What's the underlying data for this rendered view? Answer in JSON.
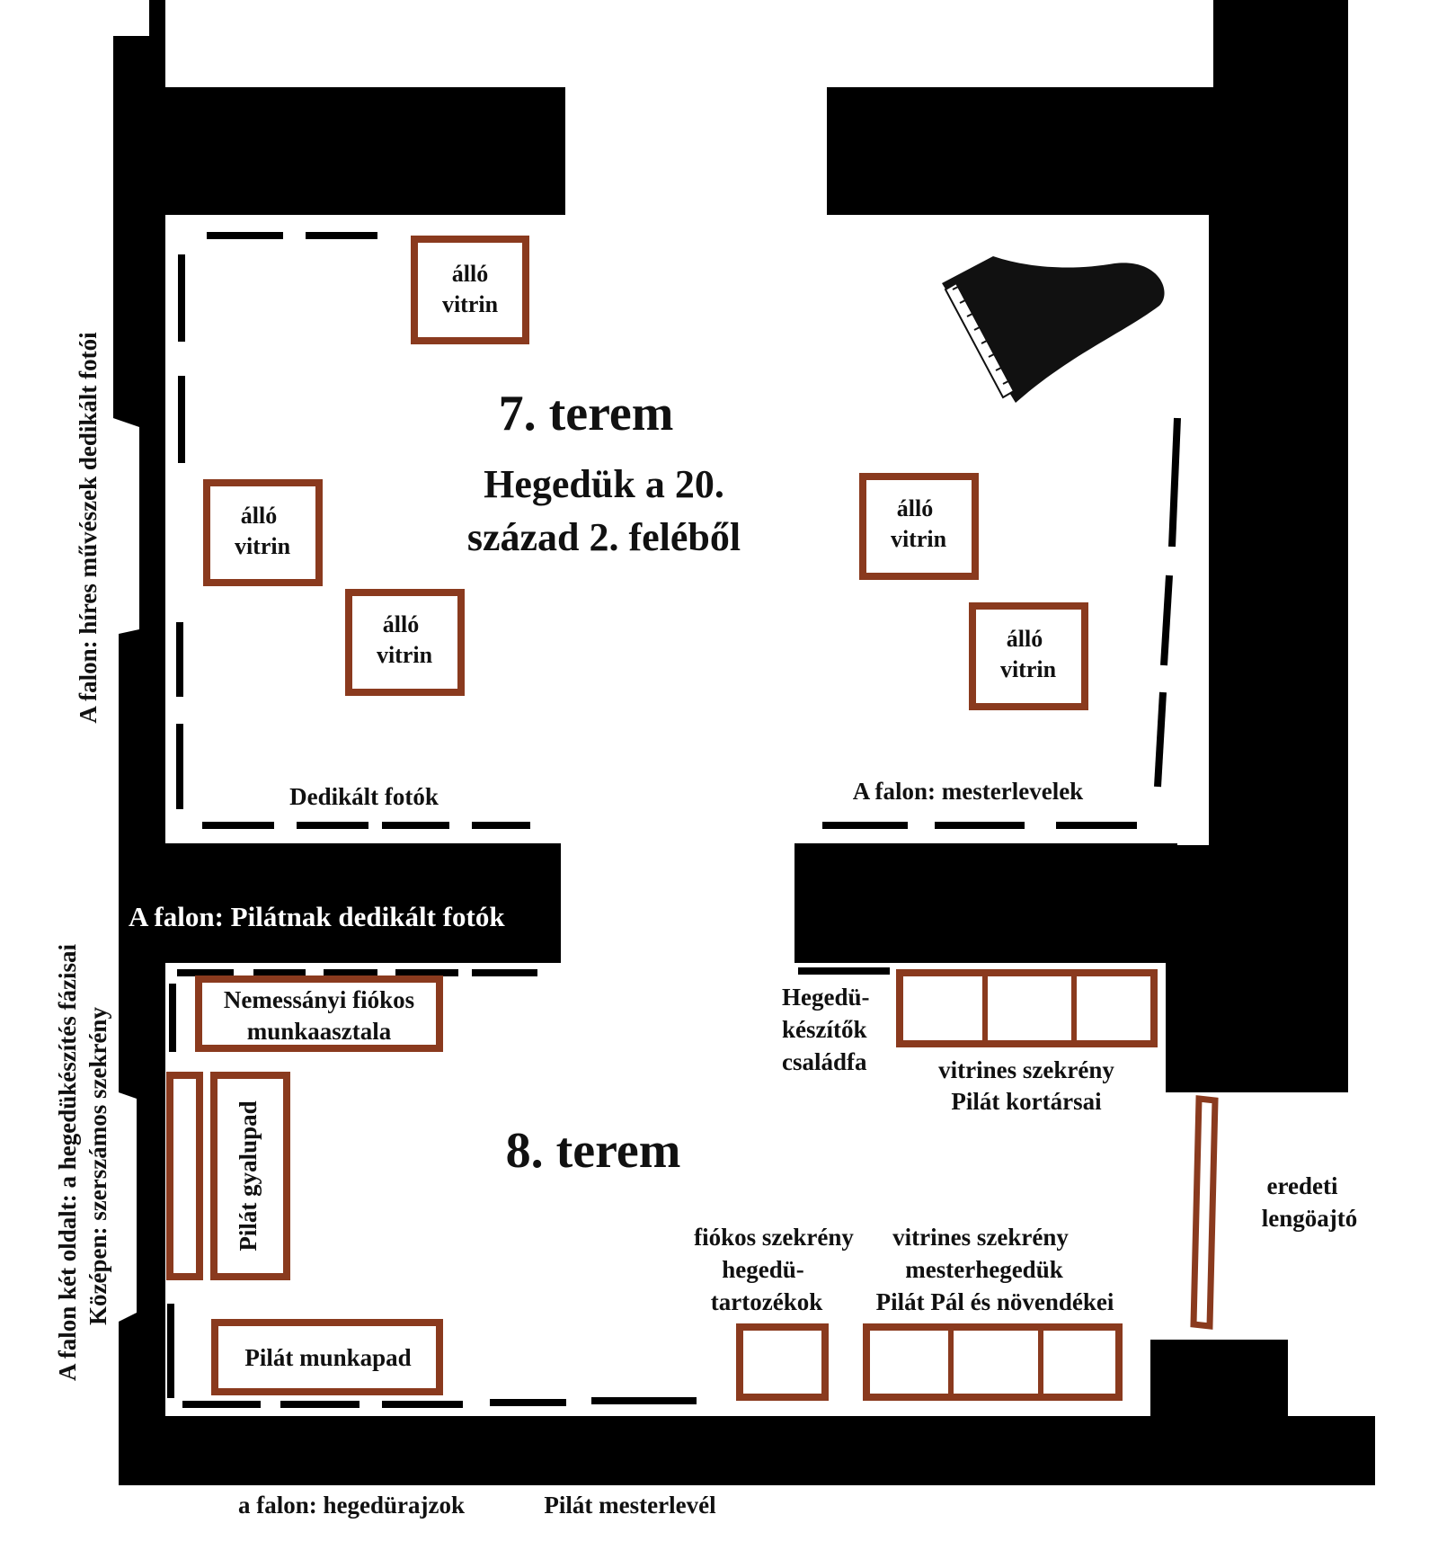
{
  "colors": {
    "wall": "#000000",
    "frame": "#8a3a1e",
    "floor": "#ffffff",
    "text": "#111111"
  },
  "room7": {
    "title": "7. terem",
    "subtitle_line1": "Hegedük a 20.",
    "subtitle_line2": "század 2. feléből",
    "cases": [
      {
        "line1": "álló",
        "line2": "vitrin"
      },
      {
        "line1": "álló",
        "line2": "vitrin"
      },
      {
        "line1": "álló",
        "line2": "vitrin"
      },
      {
        "line1": "álló",
        "line2": "vitrin"
      },
      {
        "line1": "álló",
        "line2": "vitrin"
      }
    ],
    "left_wall_label": "A falon: híres művészek dedikált fotói",
    "bottom_left_label": "Dedikált fotók",
    "bottom_right_label": "A falon: mesterlevelek",
    "piano_icon": "grand-piano-icon"
  },
  "corridor_label": "A falon: Pilátnak dedikált fotók",
  "room8": {
    "title": "8. terem",
    "nemessanyi_line1": "Nemessányi fiókos",
    "nemessanyi_line2": "munkaasztala",
    "gyalupad": "Pilát gyalupad",
    "munkapad": "Pilát munkapad",
    "family_tree_line1": "Hegedü-",
    "family_tree_line2": "készítők",
    "family_tree_line3": "családfa",
    "top_cabinet_line1": "vitrines szekrény",
    "top_cabinet_line2": "Pilát kortársai",
    "drawer_line1": "fiókos szekrény",
    "drawer_line2": "hegedü-",
    "drawer_line3": "tartozékok",
    "bottom_cabinet_line1": "vitrines szekrény",
    "bottom_cabinet_line2": "mesterhegedük",
    "bottom_cabinet_line3": "Pilát Pál és növendékei",
    "door_line1": "eredeti",
    "door_line2": "lengöajtó",
    "left_wall_line1": "A falon két oldalt: a hegedükészítés fázisai",
    "left_wall_line2": "Középen: szerszámos szekrény",
    "bottom_wall_label": "a falon: hegedürajzok",
    "master_letter": "Pilát mesterlevél"
  }
}
